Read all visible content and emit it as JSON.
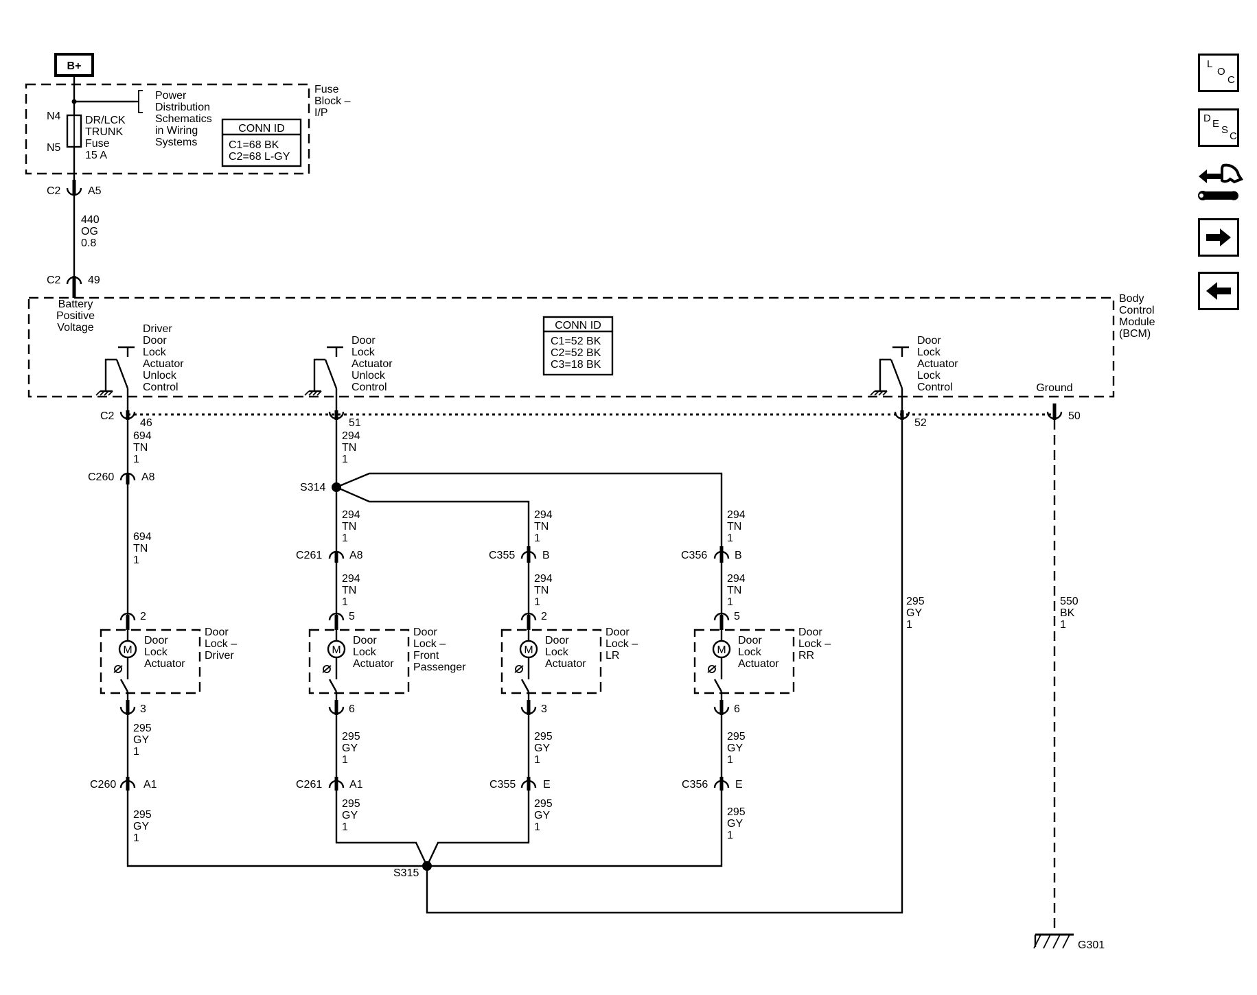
{
  "power": {
    "source": "B+"
  },
  "fuse_block": {
    "label": [
      "Fuse",
      "Block –",
      "I/P"
    ],
    "pin_top": "N4",
    "pin_bottom": "N5",
    "fuse": [
      "DR/LCK",
      "TRUNK",
      "Fuse",
      "15 A"
    ],
    "ref": [
      "Power",
      "Distribution",
      "Schematics",
      "in Wiring",
      "Systems"
    ],
    "conn_title": "CONN ID",
    "conn": [
      "C1=68 BK",
      "C2=68 L-GY"
    ]
  },
  "feed": {
    "out_conn": "C2",
    "out_pin": "A5",
    "wire": [
      "440",
      "OG",
      "0.8"
    ],
    "in_conn": "C2",
    "in_pin": "49",
    "input_label": [
      "Battery",
      "Positive",
      "Voltage"
    ]
  },
  "bcm": {
    "label": [
      "Body",
      "Control",
      "Module",
      "(BCM)"
    ],
    "conn_title": "CONN ID",
    "conn": [
      "C1=52 BK",
      "C2=52 BK",
      "C3=18 BK"
    ],
    "driver_unlock": [
      "Driver",
      "Door",
      "Lock",
      "Actuator",
      "Unlock",
      "Control"
    ],
    "unlock": [
      "Door",
      "Lock",
      "Actuator",
      "Unlock",
      "Control"
    ],
    "lock": [
      "Door",
      "Lock",
      "Actuator",
      "Lock",
      "Control"
    ],
    "ground": "Ground",
    "conn_label": "C2",
    "pins": {
      "driver": "46",
      "unlock": "51",
      "lock": "52",
      "ground": "50"
    }
  },
  "wires": {
    "w694": [
      "694",
      "TN",
      "1"
    ],
    "w294": [
      "294",
      "TN",
      "1"
    ],
    "w295": [
      "295",
      "GY",
      "1"
    ],
    "w550": [
      "550",
      "BK",
      "1"
    ]
  },
  "splices": {
    "s314": "S314",
    "s315": "S315"
  },
  "ground_point": "G301",
  "inline": {
    "c260_top": [
      "C260",
      "A8"
    ],
    "c261_top": [
      "C261",
      "A8"
    ],
    "c355_top": [
      "C355",
      "B"
    ],
    "c356_top": [
      "C356",
      "B"
    ],
    "c260_bot": [
      "C260",
      "A1"
    ],
    "c261_bot": [
      "C261",
      "A1"
    ],
    "c355_bot": [
      "C355",
      "E"
    ],
    "c356_bot": [
      "C356",
      "E"
    ]
  },
  "actuators": [
    {
      "pin_in": "2",
      "pin_out": "3",
      "name": [
        "Door",
        "Lock",
        "Actuator"
      ],
      "component": [
        "Door",
        "Lock –",
        "Driver"
      ]
    },
    {
      "pin_in": "5",
      "pin_out": "6",
      "name": [
        "Door",
        "Lock",
        "Actuator"
      ],
      "component": [
        "Door",
        "Lock –",
        "Front",
        "Passenger"
      ]
    },
    {
      "pin_in": "2",
      "pin_out": "3",
      "name": [
        "Door",
        "Lock",
        "Actuator"
      ],
      "component": [
        "Door",
        "Lock –",
        "LR"
      ]
    },
    {
      "pin_in": "5",
      "pin_out": "6",
      "name": [
        "Door",
        "Lock",
        "Actuator"
      ],
      "component": [
        "Door",
        "Lock –",
        "RR"
      ]
    }
  ],
  "motor_symbol": "M",
  "nav": {
    "loc": [
      "L",
      "O",
      "C"
    ],
    "desc": [
      "D",
      "E",
      "S",
      "C"
    ]
  }
}
